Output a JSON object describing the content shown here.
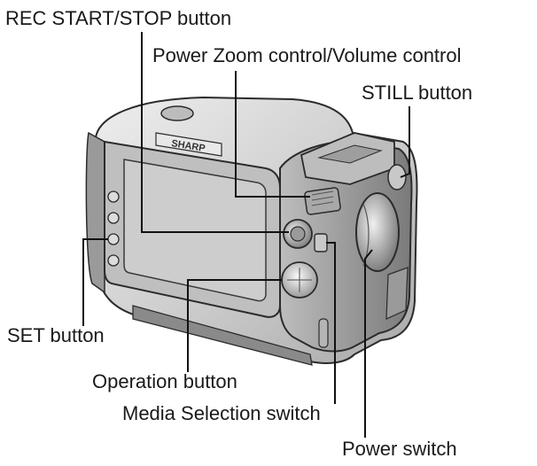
{
  "brand": "SHARP",
  "labels": {
    "rec": "REC START/STOP button",
    "zoom": "Power Zoom control/Volume control",
    "still": "STILL button",
    "set": "SET button",
    "operation": "Operation button",
    "media": "Media Selection switch",
    "power": "Power switch"
  },
  "colors": {
    "body": "#d9d9d9",
    "body_dark": "#8c8c8c",
    "outline": "#2b2b2b",
    "screen": "#c6c6c6",
    "leader": "#111111"
  }
}
